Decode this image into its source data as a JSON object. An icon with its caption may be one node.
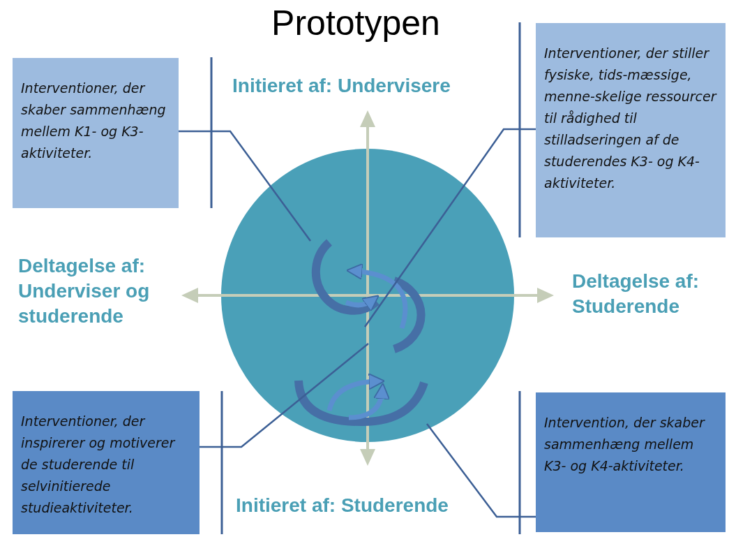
{
  "diagram": {
    "title": "Prototypen",
    "nodes": [
      {
        "text": [
          "Interventioner, der skaber sammenhæng mellem K1- og K3-aktiviteter."
        ]
      },
      {
        "text": [
          "Interventioner, der stiller fysiske, tids-mæssige, menne-skelige ressourcer til rådighed til stilladseringen af de studerendes K3- og K4-aktiviteter."
        ]
      },
      {
        "text": [
          "Interventioner, der inspirerer og motiverer de studerende til selvinitierede studieaktiviteter."
        ]
      },
      {
        "text": [
          "Intervention, der skaber sammenhæng mellem K3- og K4-aktiviteter."
        ]
      },
      {
        "text": [],
        "shape": "picture"
      },
      {
        "text": [],
        "shape": "picture"
      }
    ],
    "edges": [
      {
        "from": 0,
        "to": 4,
        "arrow": "none"
      },
      {
        "from": 1,
        "to": 4,
        "arrow": "none"
      },
      {
        "from": 2,
        "to": 4,
        "arrow": "none"
      },
      {
        "from": 3,
        "to": 5,
        "arrow": "none"
      }
    ],
    "labels": [
      "Initieret af: Undervisere",
      "Deltagelse af: Underviser og studerende",
      "Deltagelse af: Studerende",
      "Initieret af: Studerende"
    ]
  }
}
